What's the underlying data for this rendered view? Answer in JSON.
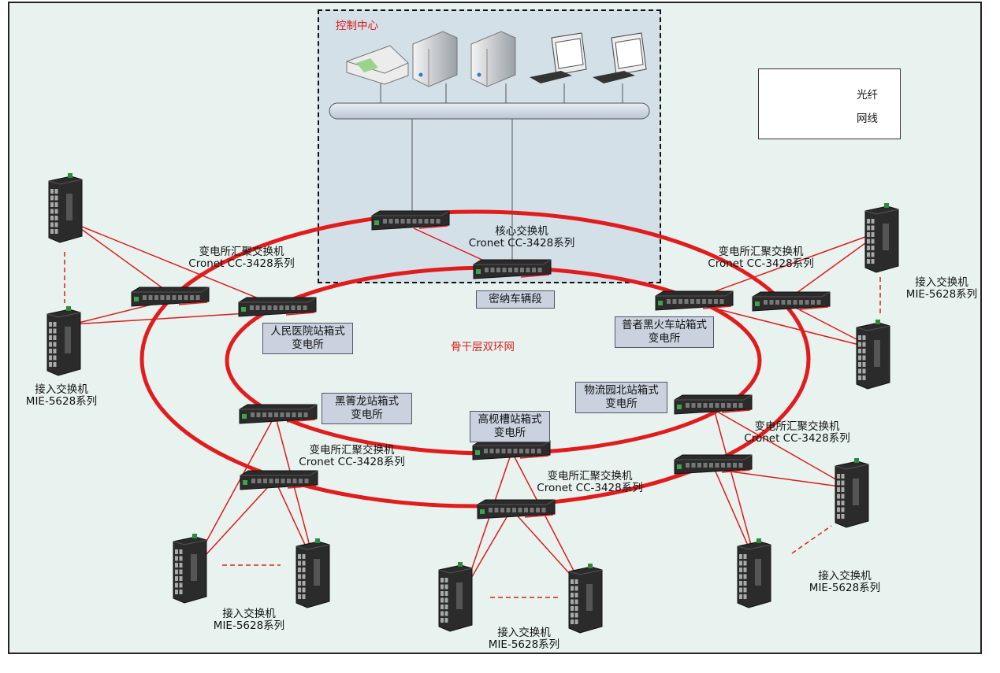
{
  "control_center": {
    "title": "控制中心"
  },
  "legend": {
    "fiber": "光纤",
    "cable": "网线"
  },
  "backbone": {
    "label": "骨干层双环网"
  },
  "core_switch": {
    "name": "核心交换机",
    "model": "Cronet CC-3428系列"
  },
  "agg_switch": {
    "name": "变电所汇聚交换机",
    "model": "Cronet CC-3428系列"
  },
  "access_switch": {
    "name": "接入交换机",
    "model": "MIE-5628系列"
  },
  "stations": {
    "mina": "密纳车辆段",
    "renmin": [
      "人民医院站箱式",
      "变电所"
    ],
    "puzhe": [
      "普者黑火车站箱式",
      "变电所"
    ],
    "heijilong": [
      "黑箐龙站箱式",
      "变电所"
    ],
    "gaojiancao": [
      "高枧槽站箱式",
      "变电所"
    ],
    "wuliuyuan": [
      "物流园北站箱式",
      "变电所"
    ]
  },
  "colors": {
    "fiber": "#e01b1b",
    "cable": "#000000",
    "ring": "#e21c1c",
    "box": "#c9d2de"
  }
}
